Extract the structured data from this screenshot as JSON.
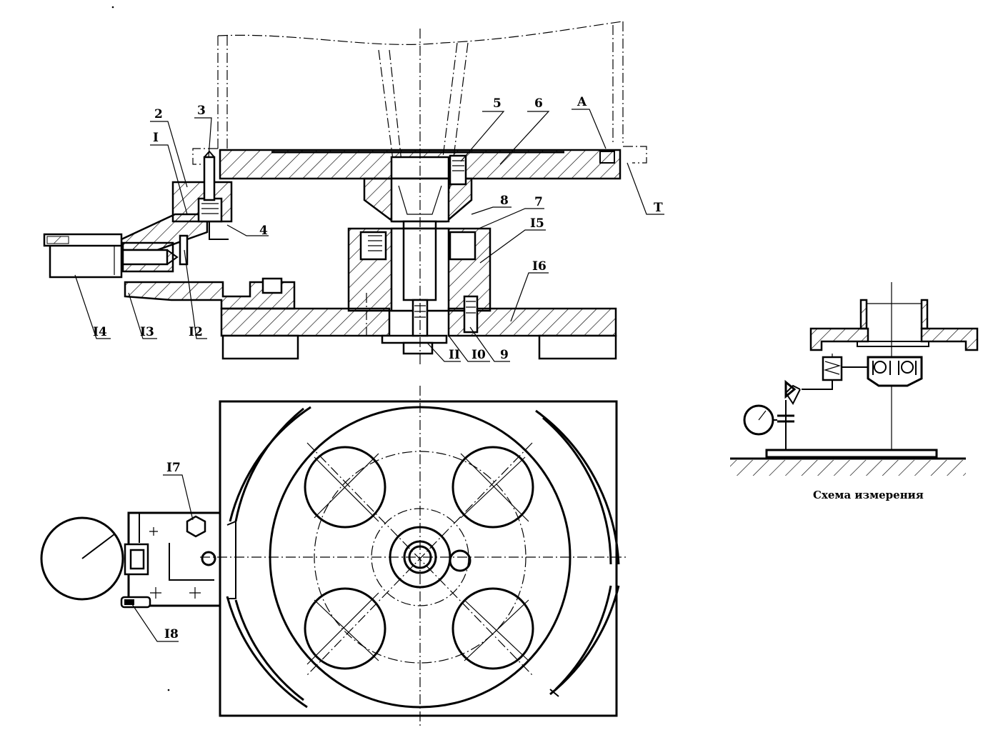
{
  "callouts": {
    "n1": "I",
    "n2": "2",
    "n3": "3",
    "n4": "4",
    "n5": "5",
    "n6": "6",
    "n7": "7",
    "n8": "8",
    "n9": "9",
    "n10": "I0",
    "n11": "II",
    "n12": "I2",
    "n13": "I3",
    "n14": "I4",
    "n15": "I5",
    "n16": "I6",
    "n17": "I7",
    "n18": "I8",
    "nA": "A",
    "nT": "T"
  },
  "schema_caption": "Схема измерения"
}
